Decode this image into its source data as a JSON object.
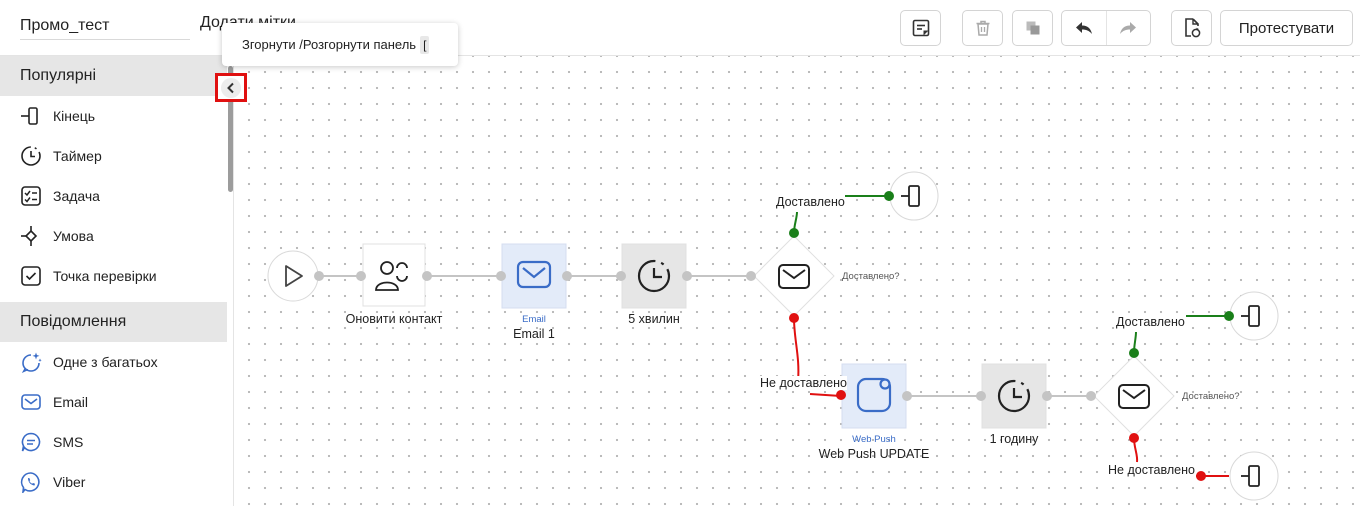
{
  "header": {
    "campaign_name": "Промо_тест",
    "add_tags": "Додати мітки",
    "test_button": "Протестувати"
  },
  "tooltip": {
    "text": "Згорнути /Розгорнути панель",
    "shortcut": "["
  },
  "sidebar": {
    "popular_title": "Популярні",
    "popular_items": [
      {
        "label": "Кінець",
        "icon": "end-icon"
      },
      {
        "label": "Таймер",
        "icon": "timer-icon"
      },
      {
        "label": "Задача",
        "icon": "task-icon"
      },
      {
        "label": "Умова",
        "icon": "condition-icon"
      },
      {
        "label": "Точка перевірки",
        "icon": "checkpoint-icon"
      }
    ],
    "messages_title": "Повідомлення",
    "message_items": [
      {
        "label": "Одне з багатьох",
        "icon": "one-of-many-icon"
      },
      {
        "label": "Email",
        "icon": "email-icon"
      },
      {
        "label": "SMS",
        "icon": "sms-icon"
      },
      {
        "label": "Viber",
        "icon": "viber-icon"
      }
    ]
  },
  "flow": {
    "update_contact": "Оновити контакт",
    "email_type": "Email",
    "email_name": "Email 1",
    "timer1": "5 хвилин",
    "delivered": "Доставлено",
    "question": "Доставлено?",
    "not_delivered": "Не доставлено",
    "webpush_type": "Web Push",
    "webpush_name": "Web Push UPDATE",
    "timer2": "1 годину"
  },
  "colors": {
    "success": "#1a7f1a",
    "fail": "#e01010",
    "accent_blue": "#3a6cc7",
    "connector": "#c4c4c4"
  }
}
